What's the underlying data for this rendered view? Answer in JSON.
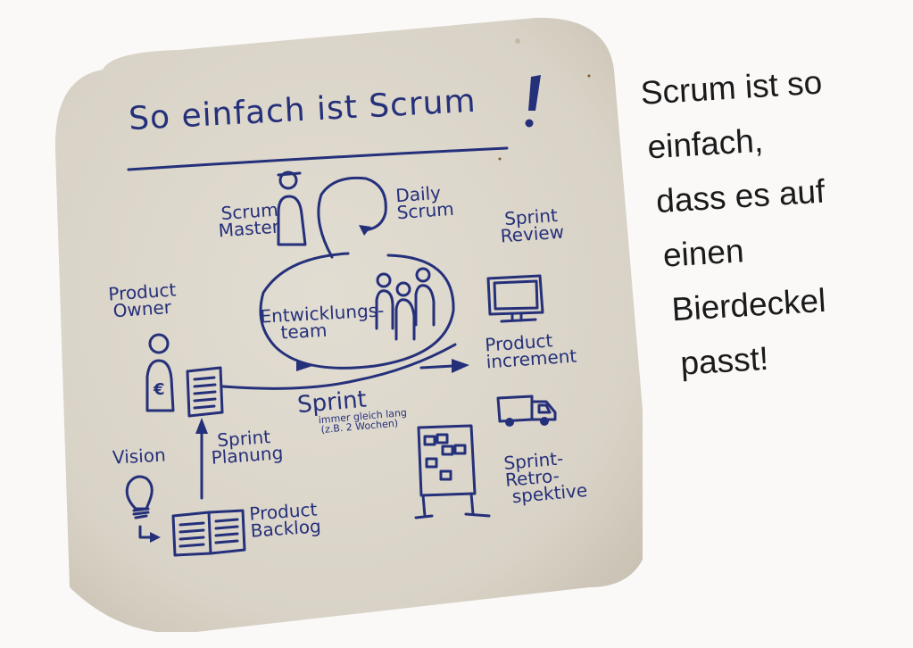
{
  "diagram": {
    "title": "So einfach ist Scrum",
    "title_exclamation": "!",
    "roles": {
      "scrum_master": {
        "line1": "Scrum",
        "line2": "Master"
      },
      "product_owner": {
        "line1": "Product",
        "line2": "Owner"
      },
      "dev_team": {
        "line1": "Entwicklungs-",
        "line2": "team"
      }
    },
    "events": {
      "daily_scrum": {
        "line1": "Daily",
        "line2": "Scrum"
      },
      "sprint": {
        "label": "Sprint",
        "note1": "immer gleich lang",
        "note2": "(z.B. 2 Wochen)"
      },
      "sprint_planning": {
        "line1": "Sprint",
        "line2": "Planung"
      },
      "sprint_review": {
        "line1": "Sprint",
        "line2": "Review"
      },
      "sprint_retro": {
        "line1": "Sprint-",
        "line2": "Retro-",
        "line3": "spektive"
      }
    },
    "artifacts": {
      "vision": "Vision",
      "product_backlog": {
        "line1": "Product",
        "line2": "Backlog"
      },
      "product_increment": {
        "line1": "Product",
        "line2": "increment"
      }
    },
    "icons": {
      "euro_symbol": "€"
    },
    "colors": {
      "ink": "#25307a",
      "paper": "#ddd8cd",
      "background": "#faf9f8",
      "caption_text": "#1a1a1a"
    }
  },
  "caption": {
    "lines": [
      "Scrum ist so",
      "einfach,",
      "dass es auf",
      "einen",
      "Bierdeckel",
      "passt!"
    ]
  }
}
